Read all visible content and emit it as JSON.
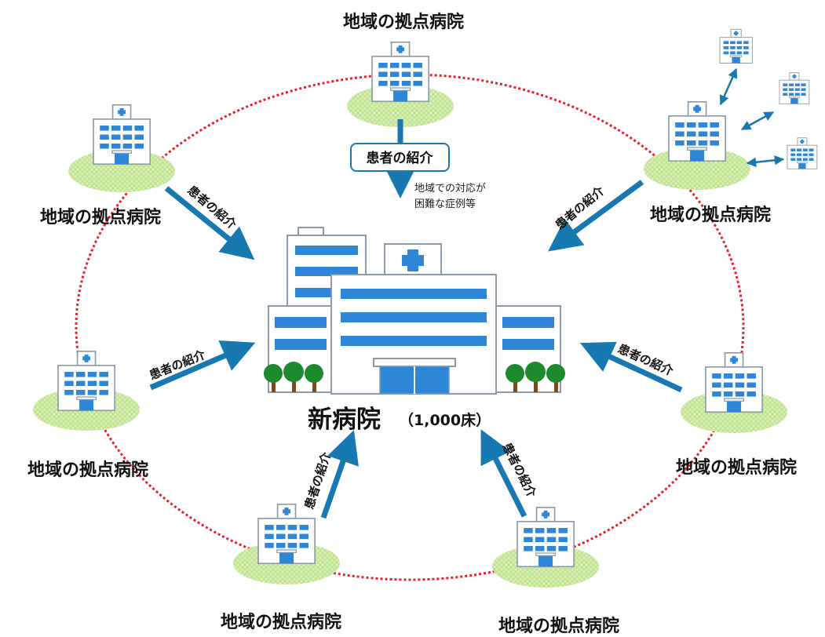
{
  "title": "",
  "central_hospital": {
    "name": "新病院",
    "beds": "（1,000床）"
  },
  "regional_hospital_label": "地域の拠点病院",
  "referral_label": "患者の紹介",
  "top_referral": {
    "box_label": "患者の紹介",
    "note_line1": "地域での対応が",
    "note_line2": "困難な症例等"
  },
  "colors": {
    "arrow": "#1878b0",
    "network_ring": "#e8202a",
    "window": "#2e86d6",
    "ground": "#cfeaa6",
    "tree": "#1d8a2e"
  },
  "icons": [
    "hospital-building-icon",
    "cross-icon",
    "tree-icon"
  ]
}
